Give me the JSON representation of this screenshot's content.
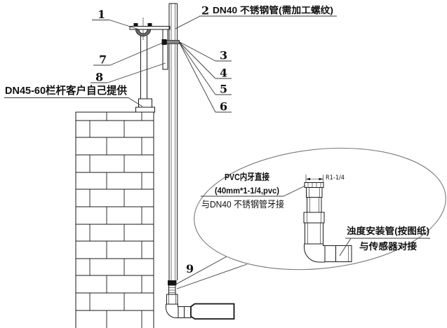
{
  "diagram": {
    "callouts": {
      "c1": "1",
      "c2": "2",
      "c3": "3",
      "c4": "4",
      "c5": "5",
      "c6": "6",
      "c7": "7",
      "c8": "8",
      "c9": "9"
    },
    "labels": {
      "steel_pipe_spec": "DN40 不锈钢管(需加工螺纹)",
      "railing_note": "DN45-60栏杆客户自己提供"
    },
    "detail_bubble": {
      "pvc_title": "PVC内牙直接",
      "pvc_spec": "(40mm*1-1/4,pvc)",
      "pvc_connection": "与DN40 不锈钢管牙接",
      "thread_dimension": "R1-1/4",
      "sensor_pipe_note": "浊度安装管(按图纸)",
      "sensor_connection": "与传感器对接"
    },
    "colors": {
      "line": "#1a1a1a",
      "background": "#ffffff",
      "bubble_outline": "#777777"
    }
  }
}
